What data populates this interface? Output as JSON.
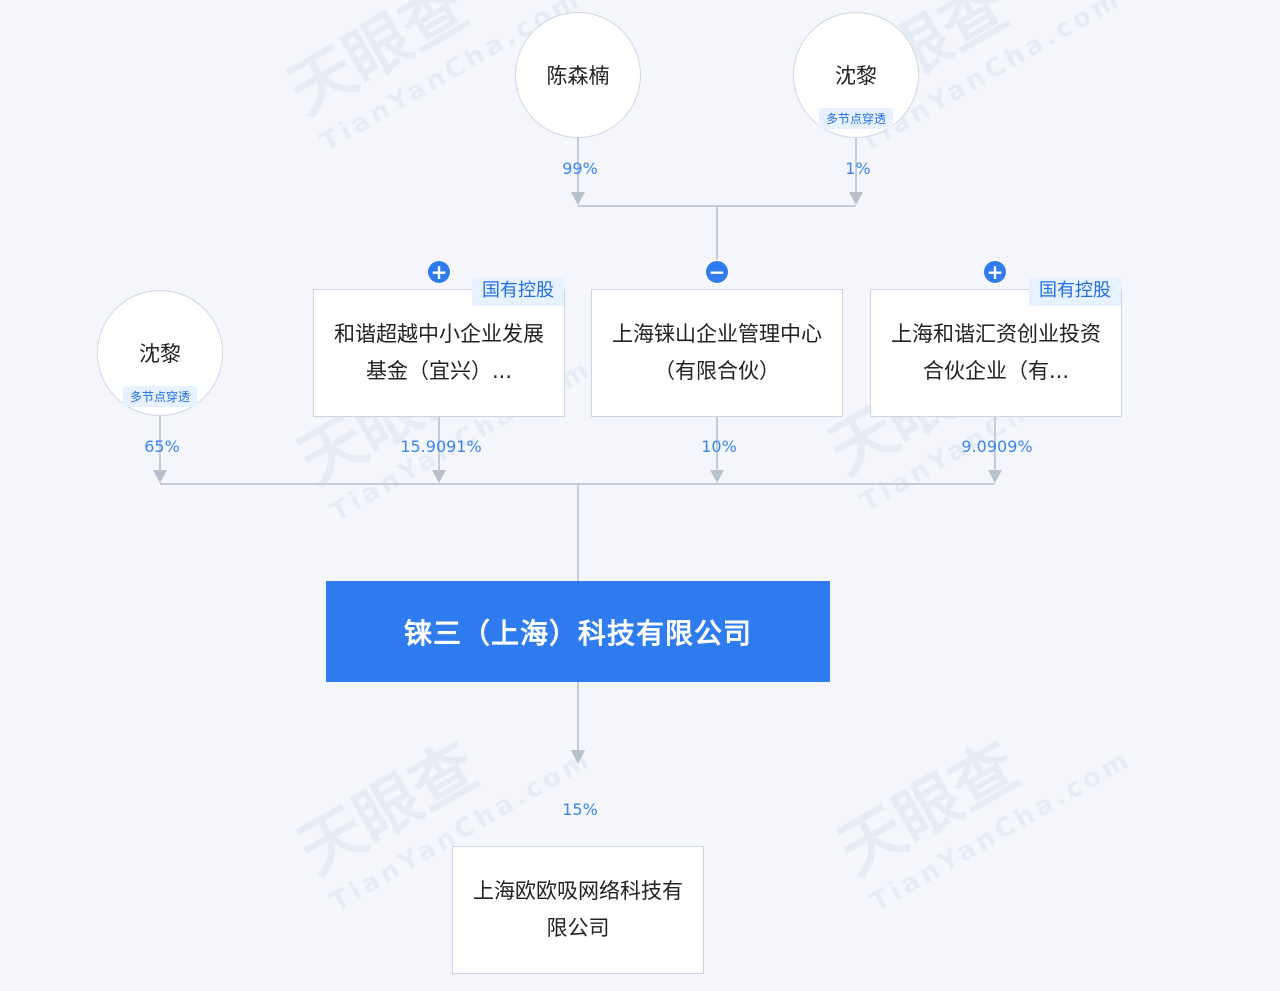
{
  "watermark": {
    "brand": "天眼查",
    "site": "TianYanCha.com"
  },
  "top_shareholders": [
    {
      "name": "陈森楠",
      "pct": "99%",
      "badge": ""
    },
    {
      "name": "沈黎",
      "pct": "1%",
      "badge": "多节点穿透"
    }
  ],
  "shareholders": [
    {
      "name": "沈黎",
      "pct": "65%",
      "badge": "多节点穿透",
      "type": "person"
    },
    {
      "name": "和谐超越中小企业发展基金（宜兴）...",
      "pct": "15.9091%",
      "tag": "国有控股",
      "toggle": "+",
      "type": "company"
    },
    {
      "name": "上海铼山企业管理中心（有限合伙）",
      "pct": "10%",
      "tag": "",
      "toggle": "−",
      "type": "company"
    },
    {
      "name": "上海和谐汇资创业投资合伙企业（有...",
      "pct": "9.0909%",
      "tag": "国有控股",
      "toggle": "+",
      "type": "company"
    }
  ],
  "main_company": {
    "name": "铼三（上海）科技有限公司"
  },
  "investment": {
    "name": "上海欧欧吸网络科技有限公司",
    "pct": "15%"
  },
  "colors": {
    "accent": "#2f7cf0",
    "line": "#c6ccd7",
    "percent": "#3b86f0",
    "tag_bg": "#e8f1ff"
  }
}
